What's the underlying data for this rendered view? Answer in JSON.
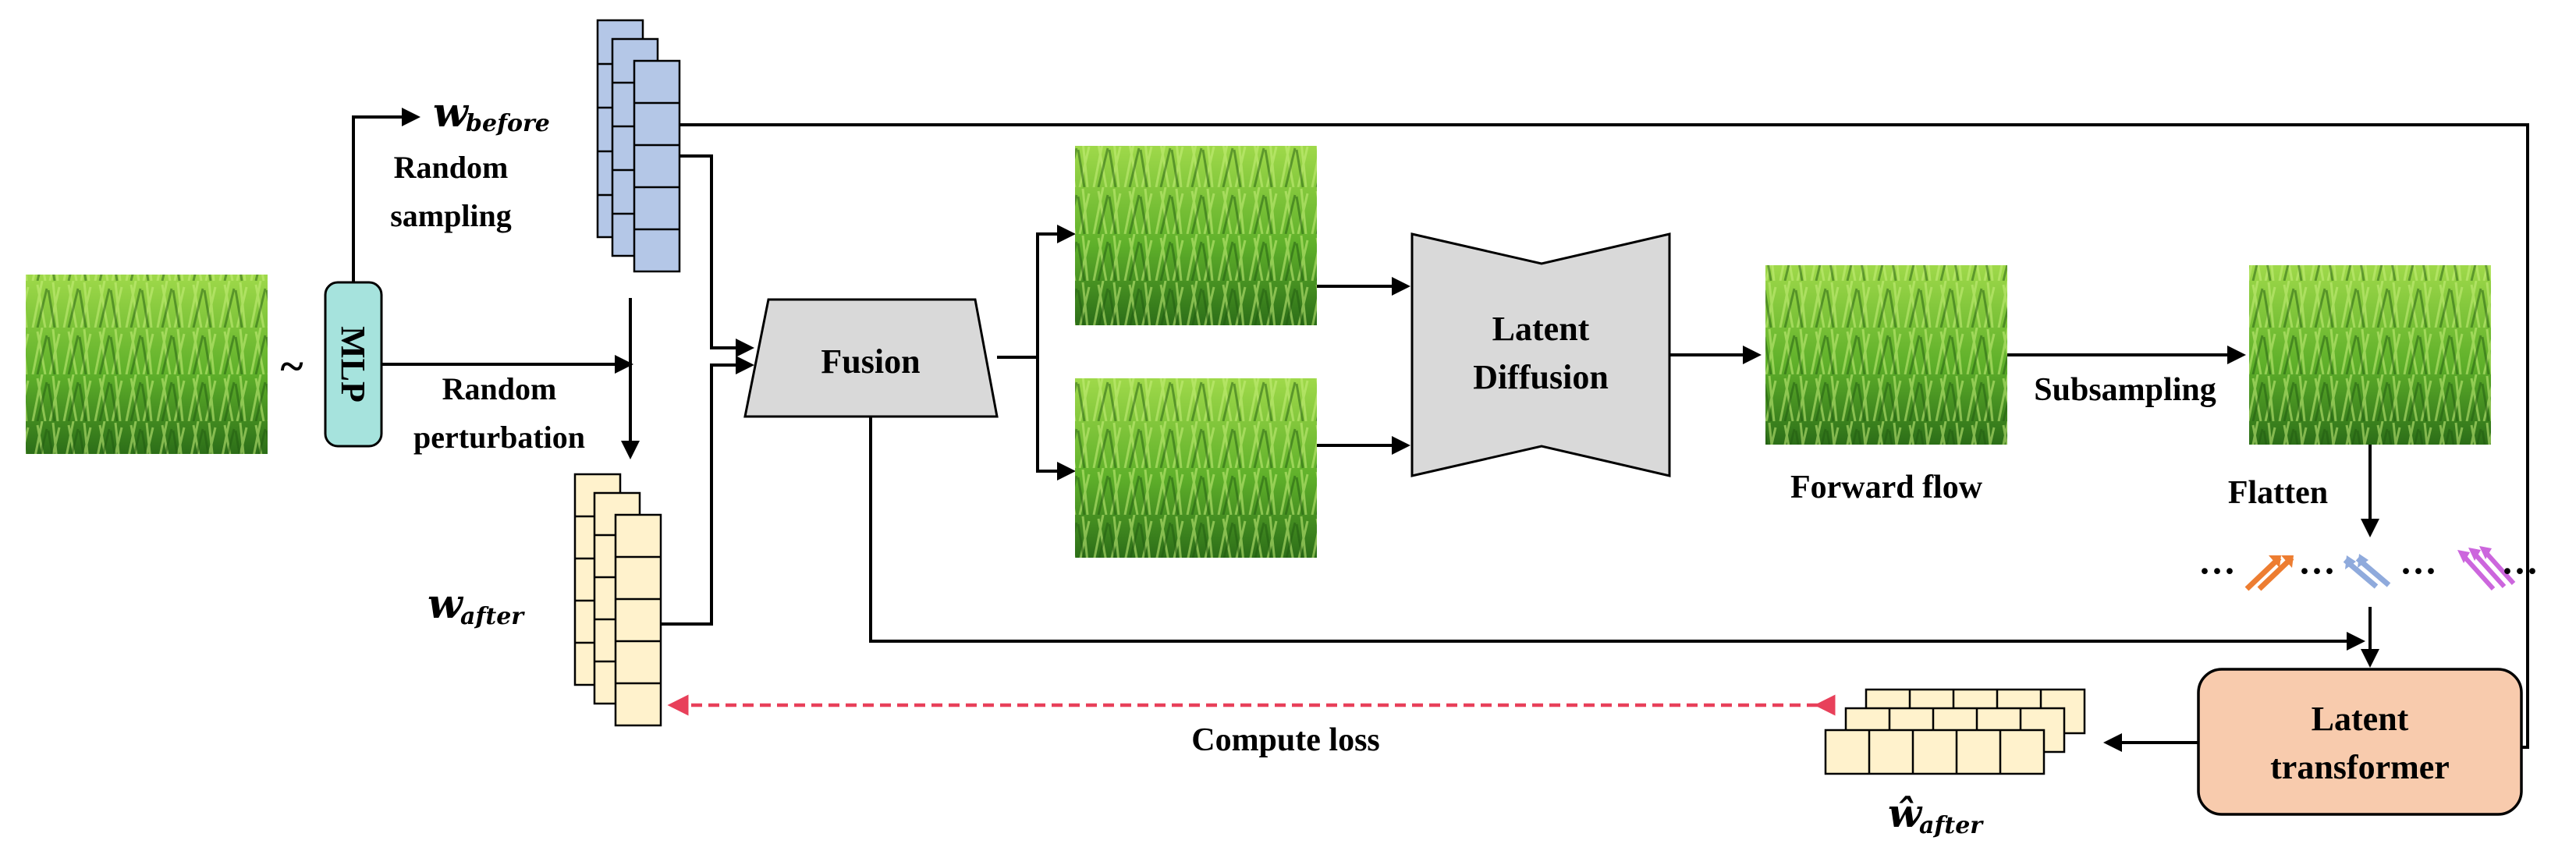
{
  "labels": {
    "w_before": "w",
    "w_before_sub": "before",
    "random_sampling_1": "Random",
    "random_sampling_2": "sampling",
    "mlp": "MLP",
    "tilde": "~",
    "random_perturbation_1": "Random",
    "random_perturbation_2": "perturbation",
    "w_after": "w",
    "w_after_sub": "after",
    "fusion": "Fusion",
    "latent_diffusion_1": "Latent",
    "latent_diffusion_2": "Diffusion",
    "forward_flow": "Forward flow",
    "subsampling": "Subsampling",
    "flatten": "Flatten",
    "compute_loss": "Compute loss",
    "latent_transformer_1": "Latent",
    "latent_transformer_2": "transformer",
    "w_hat_after": "ŵ",
    "w_hat_after_sub": "after",
    "dots": "···"
  },
  "colors": {
    "w_before_cells": "#b4c7e7",
    "w_after_cells": "#fff2cc",
    "mlp_fill": "#a6e3dd",
    "fusion_fill": "#d9d9d9",
    "diffusion_fill": "#d9d9d9",
    "transformer_fill": "#f8cbad",
    "loss_line": "#e8405a",
    "arrow_orange": "#ed7d31",
    "arrow_blue": "#8faadc",
    "arrow_violet": "#cc66dd",
    "grass_dark": "#2f7d1a",
    "grass_light": "#8ed13a"
  }
}
